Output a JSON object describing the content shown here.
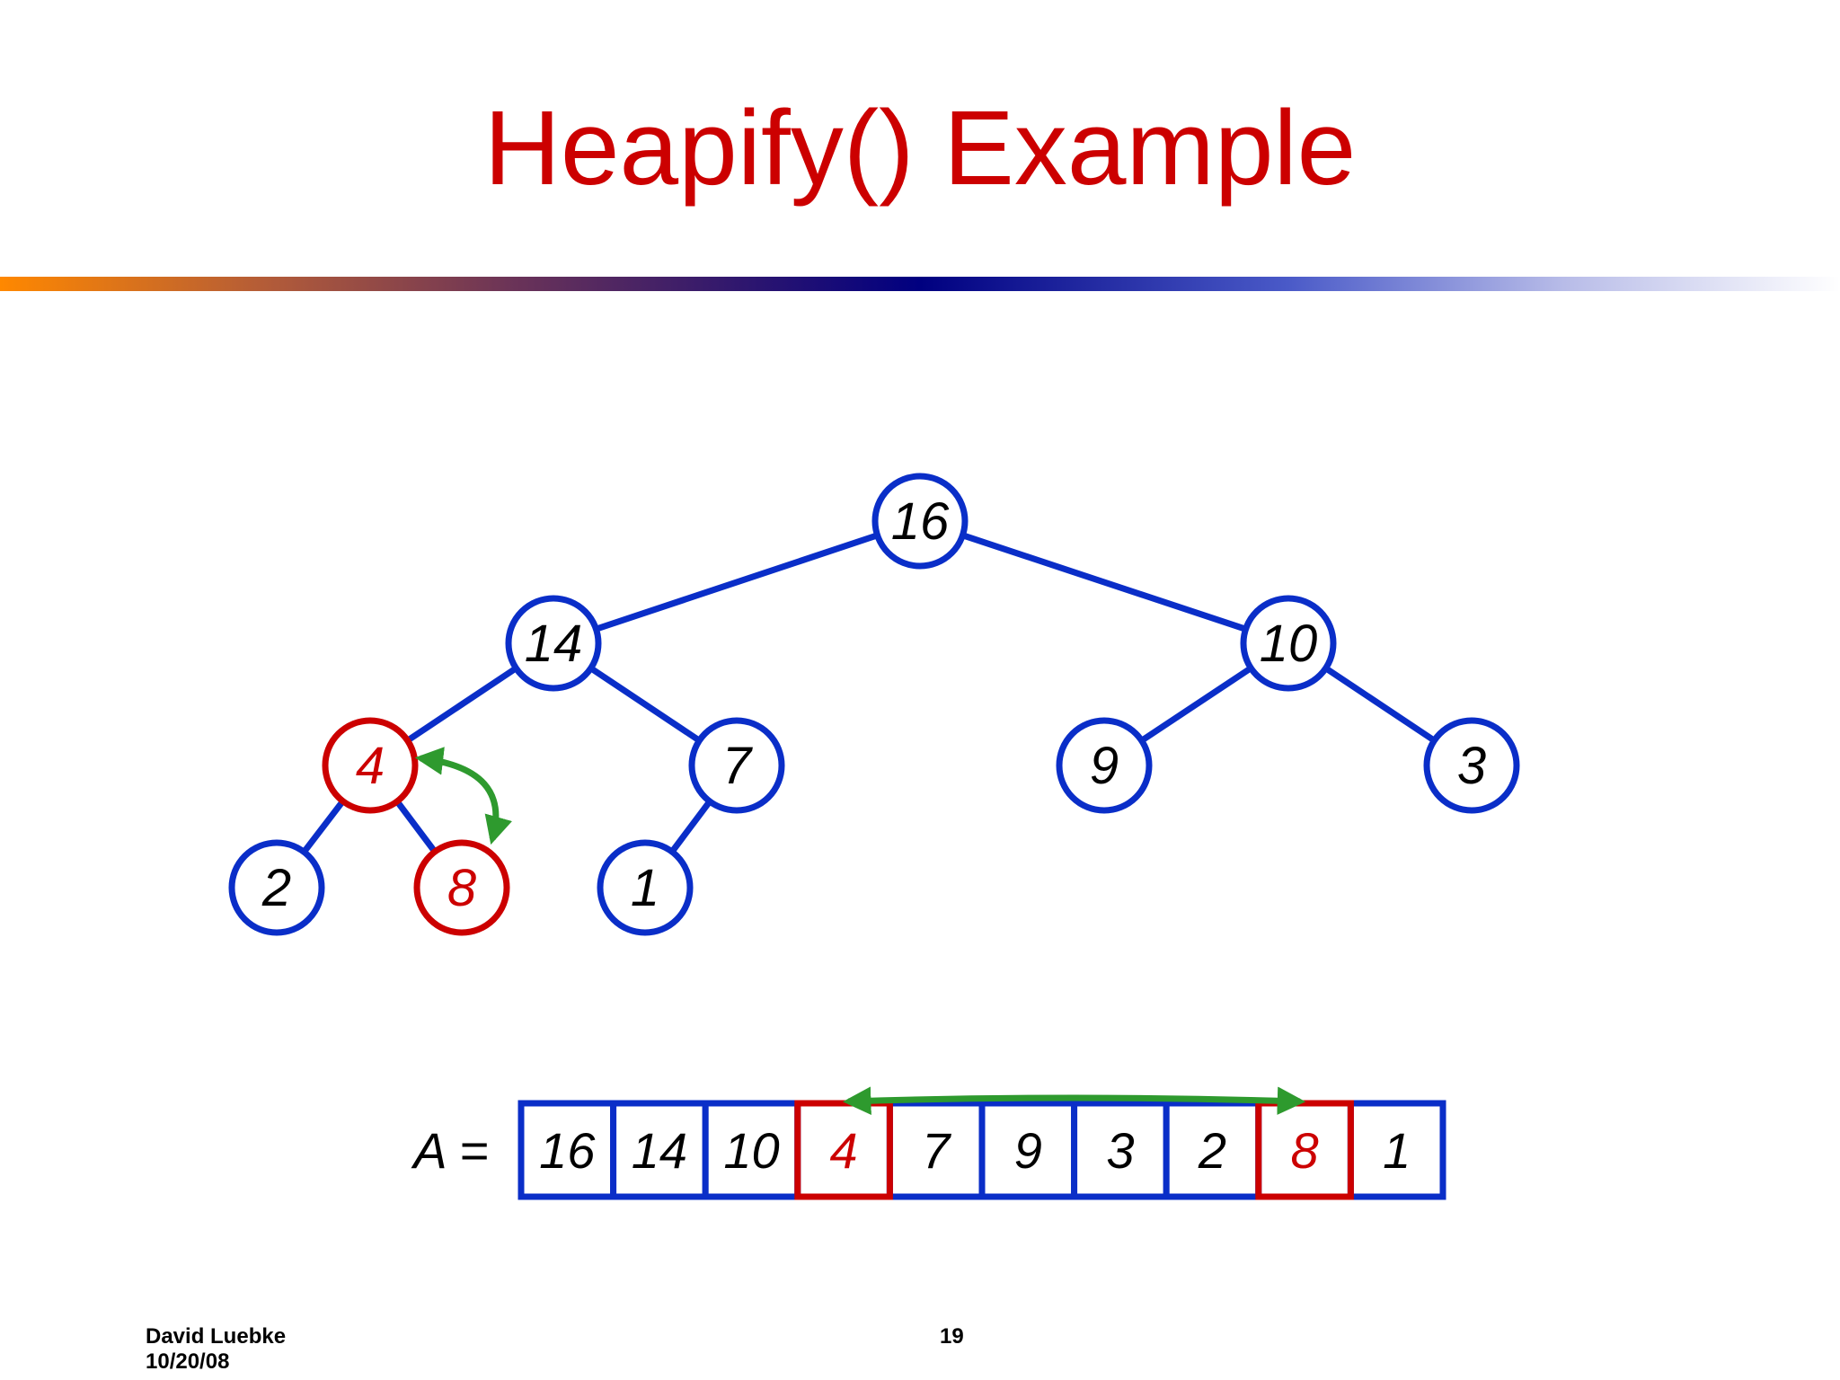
{
  "title": "Heapify() Example",
  "colors": {
    "title": "#cc0000",
    "node_default": "#0a2ec8",
    "node_highlight": "#cc0000",
    "swap_arrow": "#2e9a2e",
    "text_default": "#000000",
    "text_highlight": "#cc0000"
  },
  "tree": {
    "nodes": [
      {
        "id": "n1",
        "value": "16",
        "highlight": false
      },
      {
        "id": "n2",
        "value": "14",
        "highlight": false
      },
      {
        "id": "n3",
        "value": "10",
        "highlight": false
      },
      {
        "id": "n4",
        "value": "4",
        "highlight": true
      },
      {
        "id": "n5",
        "value": "7",
        "highlight": false
      },
      {
        "id": "n6",
        "value": "9",
        "highlight": false
      },
      {
        "id": "n7",
        "value": "3",
        "highlight": false
      },
      {
        "id": "n8",
        "value": "2",
        "highlight": false
      },
      {
        "id": "n9",
        "value": "8",
        "highlight": true
      },
      {
        "id": "n10",
        "value": "1",
        "highlight": false
      }
    ],
    "edges": [
      [
        "n1",
        "n2"
      ],
      [
        "n1",
        "n3"
      ],
      [
        "n2",
        "n4"
      ],
      [
        "n2",
        "n5"
      ],
      [
        "n3",
        "n6"
      ],
      [
        "n3",
        "n7"
      ],
      [
        "n4",
        "n8"
      ],
      [
        "n4",
        "n9"
      ],
      [
        "n5",
        "n10"
      ]
    ],
    "swap": [
      "n4",
      "n9"
    ]
  },
  "array": {
    "label": "A =",
    "cells": [
      {
        "value": "16",
        "highlight": false
      },
      {
        "value": "14",
        "highlight": false
      },
      {
        "value": "10",
        "highlight": false
      },
      {
        "value": "4",
        "highlight": true
      },
      {
        "value": "7",
        "highlight": false
      },
      {
        "value": "9",
        "highlight": false
      },
      {
        "value": "3",
        "highlight": false
      },
      {
        "value": "2",
        "highlight": false
      },
      {
        "value": "8",
        "highlight": true
      },
      {
        "value": "1",
        "highlight": false
      }
    ],
    "swap": [
      3,
      8
    ]
  },
  "footer": {
    "author": "David Luebke",
    "date": "10/20/08",
    "page": "19"
  }
}
